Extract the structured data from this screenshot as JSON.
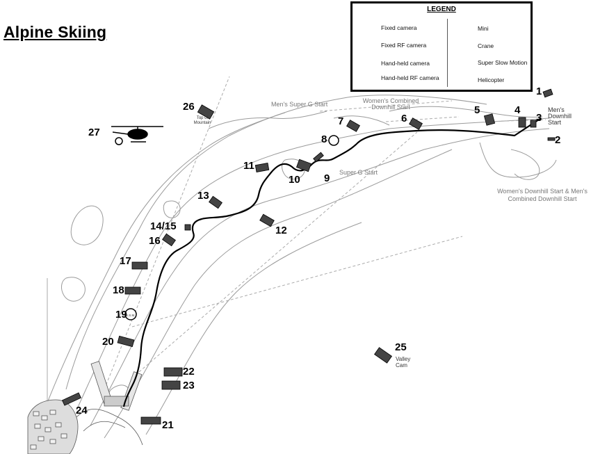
{
  "title": "Alpine Skiing",
  "legend": {
    "title": "LEGEND",
    "items": [
      {
        "label": "Fixed camera",
        "icon": "fixed-camera-icon"
      },
      {
        "label": "Fixed RF camera",
        "icon": "fixed-rf-camera-icon"
      },
      {
        "label": "Hand-held camera",
        "icon": "hand-held-camera-icon"
      },
      {
        "label": "Hand-held RF camera",
        "icon": "hand-held-rf-camera-icon"
      },
      {
        "label": "Mini",
        "icon": "mini-camera-icon"
      },
      {
        "label": "Crane",
        "icon": "crane-icon"
      },
      {
        "label": "Super Slow Motion",
        "icon": "super-slow-motion-icon"
      },
      {
        "label": "Helicopter",
        "icon": "helicopter-icon"
      }
    ]
  },
  "map_labels": {
    "mens_super_g_start": "Men's Super G Start",
    "womens_combined_downhill_start": "Women's Combined Downhill Start",
    "mens_downhill_start": "Men's Downhill Start",
    "super_g_start": "Super G Start",
    "womens_downhill_start": "Women's Downhill Start & Men's Combined Downhill Start",
    "top_of_mountain": "Top of Mountain",
    "valley_cam": "Valley Cam",
    "ssm_badge": "S.S.M."
  },
  "cameras": [
    "1",
    "2",
    "3",
    "4",
    "5",
    "6",
    "7",
    "8",
    "9",
    "10",
    "11",
    "12",
    "13",
    "14/15",
    "16",
    "17",
    "18",
    "19",
    "20",
    "21",
    "22",
    "23",
    "24",
    "25",
    "26",
    "27"
  ]
}
